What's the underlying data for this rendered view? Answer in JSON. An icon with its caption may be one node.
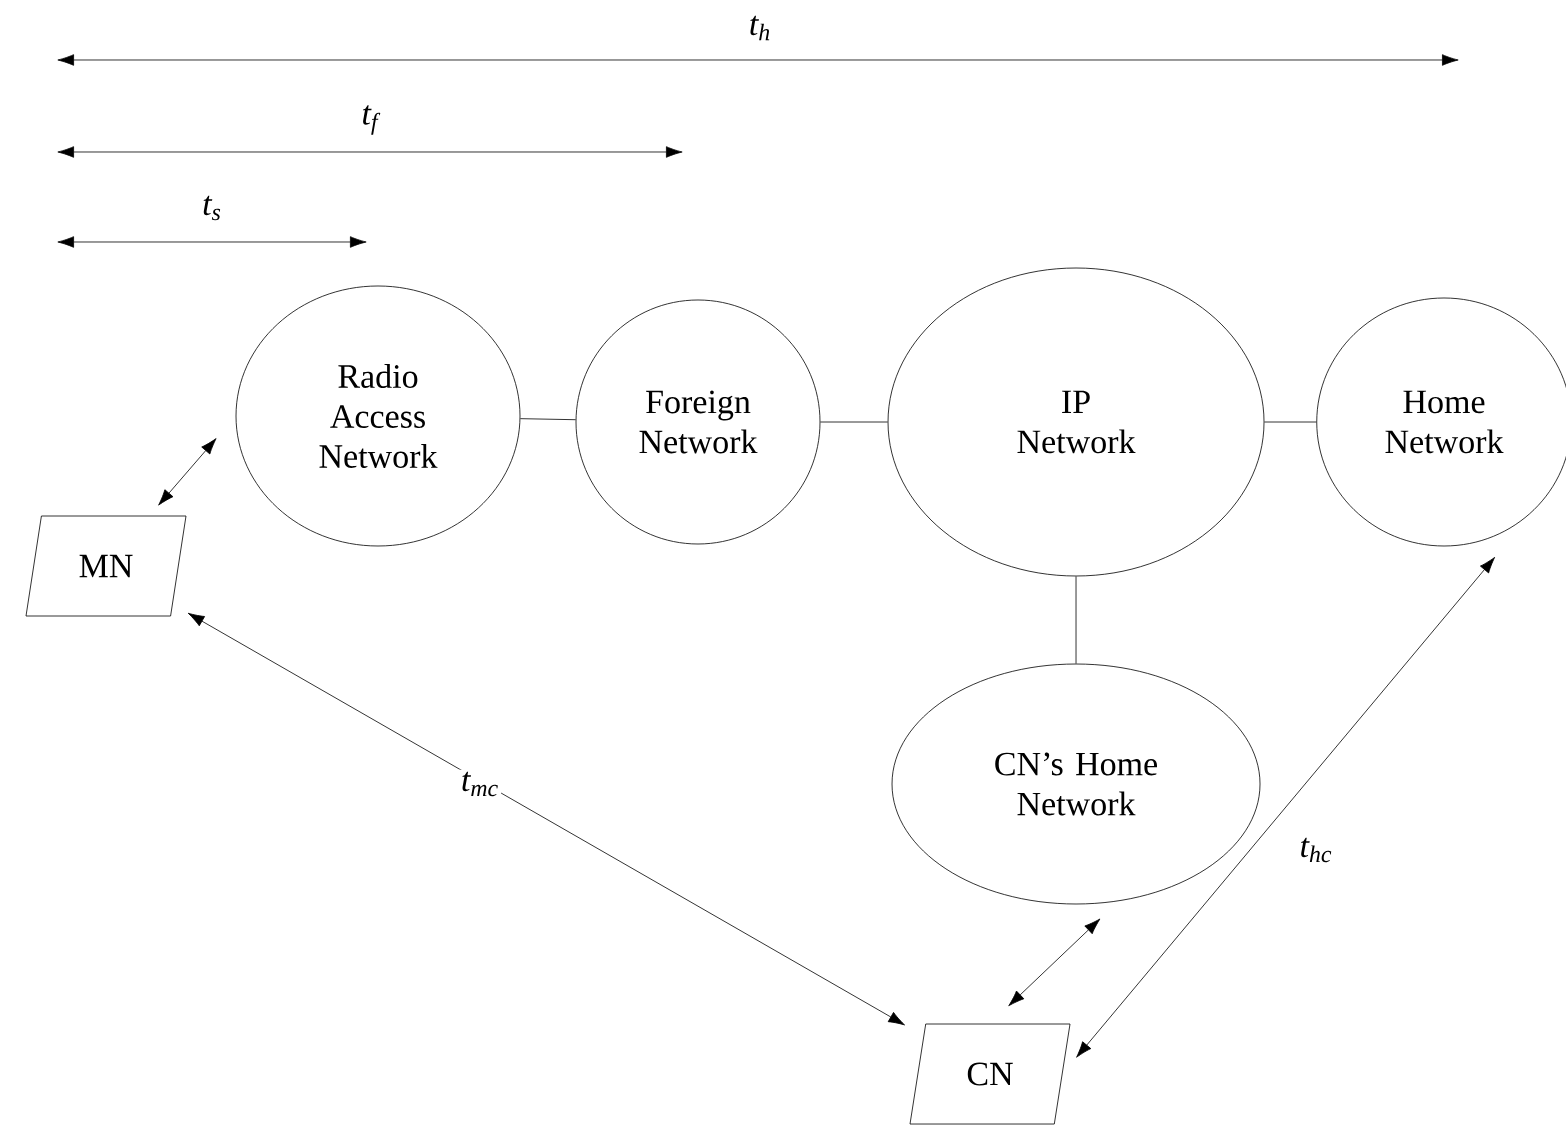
{
  "diagram": {
    "nodes": [
      {
        "text": [
          "Radio Access Network"
        ]
      },
      {
        "text": [
          "Foreign Network"
        ]
      },
      {
        "text": [
          "IP Network"
        ]
      },
      {
        "text": [
          "Home Network"
        ]
      },
      {
        "text": [
          "CN’s Home Network"
        ]
      },
      {
        "text": [
          "MN"
        ]
      },
      {
        "text": [
          "CN"
        ]
      }
    ],
    "edges": [
      {
        "from": 0,
        "to": 1,
        "arrow": "none"
      },
      {
        "from": 1,
        "to": 2,
        "arrow": "none"
      },
      {
        "from": 2,
        "to": 3,
        "arrow": "none"
      },
      {
        "from": 2,
        "to": 4,
        "arrow": "none"
      },
      {
        "from": 5,
        "to": 0,
        "arrow": "both"
      },
      {
        "from": 6,
        "to": 4,
        "arrow": "both"
      },
      {
        "from": 5,
        "to": 6,
        "arrow": "both",
        "label": "t$_{mc}$"
      },
      {
        "from": 6,
        "to": 3,
        "arrow": "both",
        "label": "t$_{hc}$"
      }
    ],
    "labels": [
      "t$_{h}$",
      "t$_{f}$",
      "t$_{s}$"
    ]
  }
}
